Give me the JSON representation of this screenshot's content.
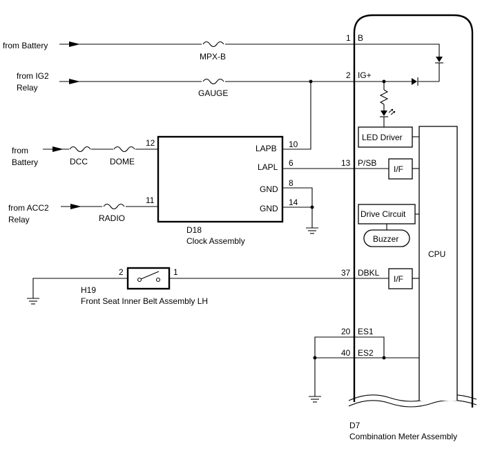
{
  "sources": {
    "battery1": "from Battery",
    "ig2_line1": "from IG2",
    "ig2_line2": "Relay",
    "battery2_line1": "from",
    "battery2_line2": "Battery",
    "acc2_line1": "from ACC2",
    "acc2_line2": "Relay"
  },
  "fuses": {
    "mpxb": "MPX-B",
    "gauge": "GAUGE",
    "dcc": "DCC",
    "dome": "DOME",
    "radio": "RADIO"
  },
  "clock": {
    "id": "D18",
    "name": "Clock Assembly",
    "pins": {
      "p12": "12",
      "p11": "11",
      "p10": "10",
      "p6": "6",
      "p8": "8",
      "p14": "14"
    },
    "terminals": {
      "lapb": "LAPB",
      "lapl": "LAPL",
      "gnd1": "GND",
      "gnd2": "GND"
    }
  },
  "belt_switch": {
    "id": "H19",
    "name": "Front Seat Inner Belt Assembly LH",
    "pin_left": "2",
    "pin_right": "1"
  },
  "meter": {
    "id": "D7",
    "name": "Combination Meter Assembly",
    "pins": {
      "p1": "1",
      "p2": "2",
      "p13": "13",
      "p37": "37",
      "p20": "20",
      "p40": "40"
    },
    "terminals": {
      "b": "B",
      "ig": "IG+",
      "psb": "P/SB",
      "dbkl": "DBKL",
      "es1": "ES1",
      "es2": "ES2"
    },
    "blocks": {
      "led_driver": "LED Driver",
      "if1": "I/F",
      "drive_circuit": "Drive Circuit",
      "buzzer": "Buzzer",
      "if2": "I/F",
      "cpu": "CPU"
    }
  }
}
